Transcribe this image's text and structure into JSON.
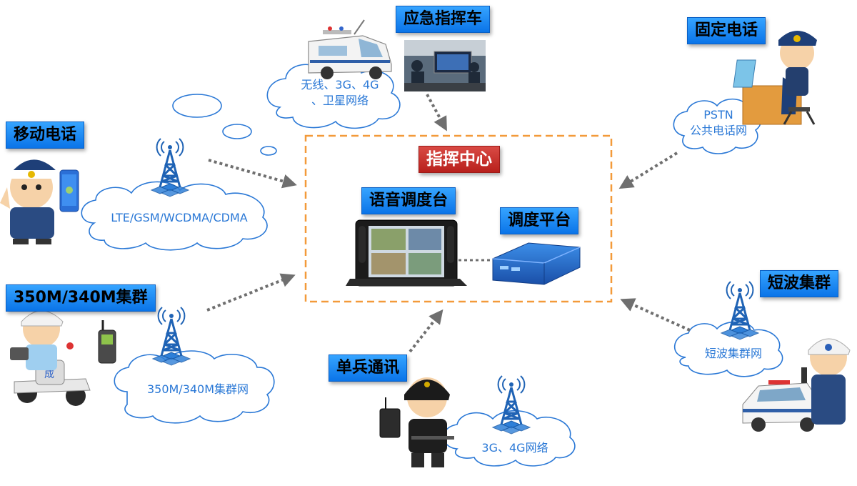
{
  "center": {
    "title": "指挥中心"
  },
  "labels": {
    "command_vehicle": "应急指挥车",
    "fixed_phone": "固定电话",
    "mobile_phone": "移动电话",
    "trunking_350m": "350M/340M集群",
    "shortwave": "短波集群",
    "soldier": "单兵通讯",
    "voice_console": "语音调度台",
    "dispatch_platform": "调度平台"
  },
  "networks": {
    "vehicle_line1": "无线、3G、4G",
    "vehicle_line2": "、卫星网络",
    "pstn_line1": "PSTN",
    "pstn_line2": "公共电话网",
    "mobile": "LTE/GSM/WCDMA/CDMA",
    "trunking": "350M/340M集群网",
    "shortwave": "短波集群网",
    "soldier": "3G、4G网络"
  },
  "colors": {
    "label_blue": "#1a8cf0",
    "center_red": "#c62f2a",
    "dashed_box": "#f39a3a",
    "arrow_gray": "#6f6f6f",
    "cloud_text": "#2a78d6",
    "tower_blue": "#1f63b5"
  },
  "icons": [
    "command-vehicle-icon",
    "control-room-photo",
    "police-desk-icon",
    "police-phone-icon",
    "police-motorcycle-icon",
    "walkie-talkie-icon",
    "police-car-icon",
    "soldier-icon",
    "radio-device-icon",
    "console-device-icon",
    "dispatch-server-icon",
    "antenna-tower-icon"
  ]
}
